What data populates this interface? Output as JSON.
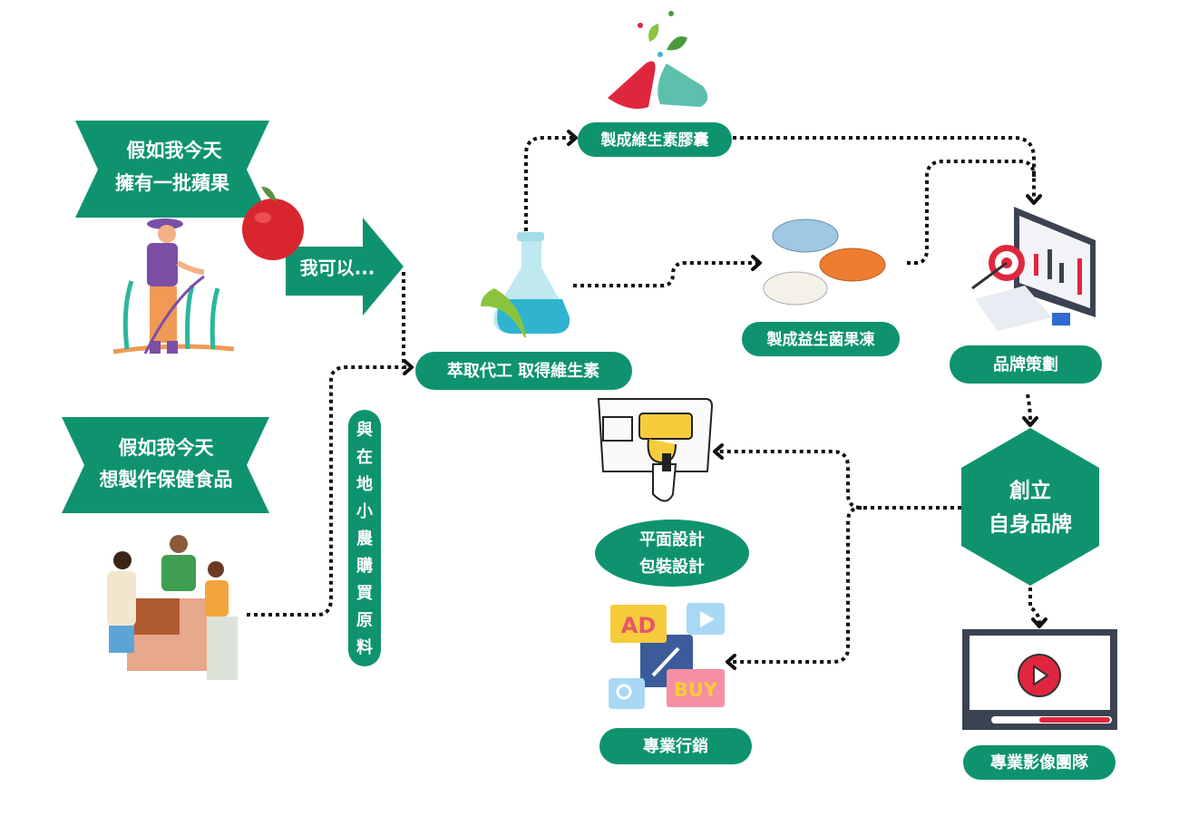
{
  "colors": {
    "green": "#0f936f",
    "red": "#e03b47",
    "teal": "#5cc0ad",
    "dark": "#111111"
  },
  "banners": [
    {
      "line1": "假如我今天",
      "line2": "擁有一批蘋果"
    },
    {
      "line1": "假如我今天",
      "line2": "想製作保健食品"
    }
  ],
  "arrow_label": "我可以...",
  "vertical_label": [
    "與",
    "在",
    "地",
    "小",
    "農",
    "購",
    "買",
    "原",
    "料"
  ],
  "nodes": {
    "extract": "萃取代工 取得維生素",
    "capsule": "製成維生素膠囊",
    "jelly": "製成益生菌果凍",
    "brand_plan": "品牌策劃",
    "brand_create_1": "創立",
    "brand_create_2": "自身品牌",
    "design_1": "平面設計",
    "design_2": "包裝設計",
    "marketing": "專業行銷",
    "video": "專業影像團隊"
  },
  "icons": {
    "ad": "AD",
    "buy": "BUY"
  }
}
